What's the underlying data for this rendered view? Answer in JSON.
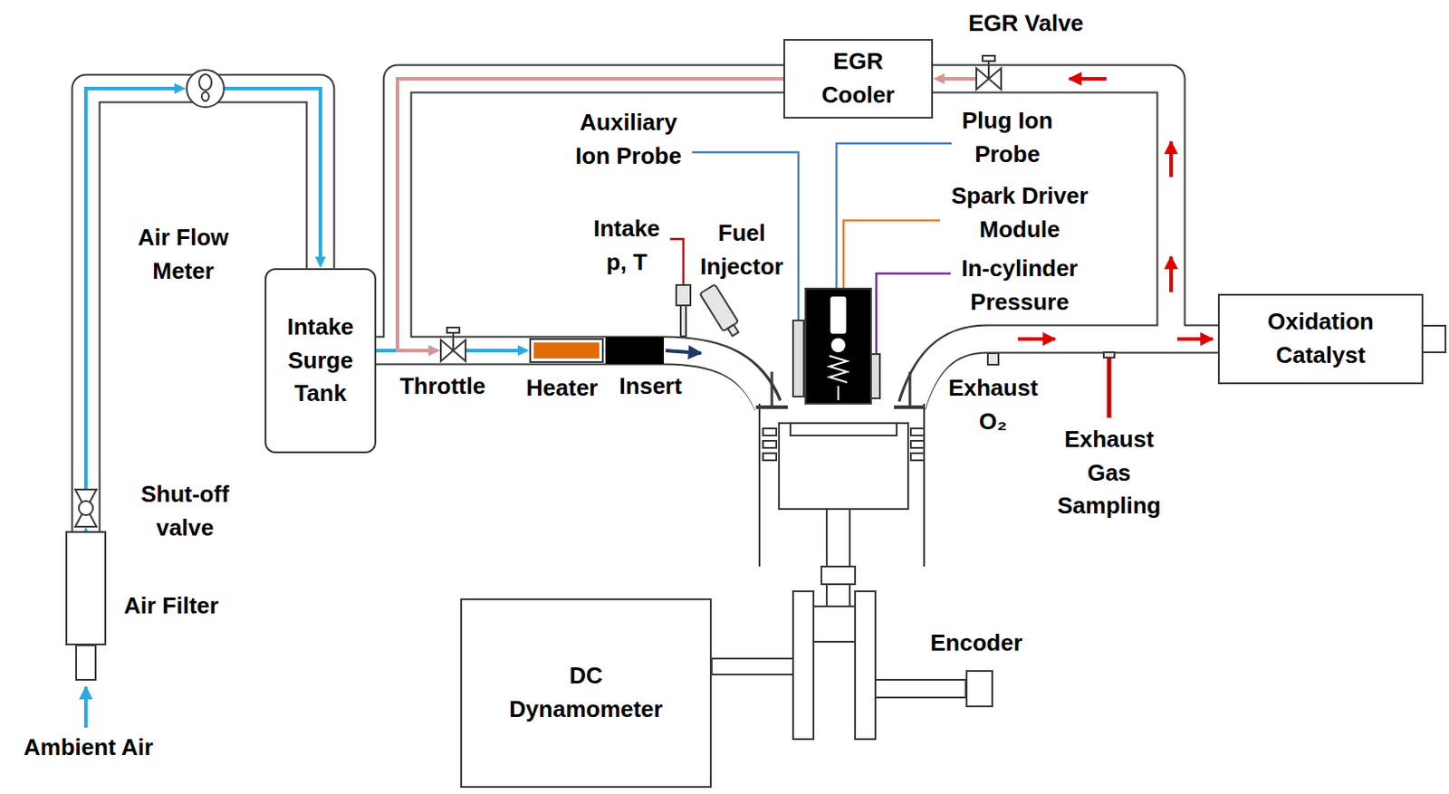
{
  "diagram": {
    "nodes": [
      {
        "text": [
          "Air Filter"
        ]
      },
      {
        "text": [
          "Shut-off valve"
        ]
      },
      {
        "text": [
          "Air Flow Meter"
        ]
      },
      {
        "text": [
          "Intake Surge Tank"
        ]
      },
      {
        "text": [
          "Throttle"
        ]
      },
      {
        "text": [
          "Heater"
        ]
      },
      {
        "text": [
          "Insert"
        ]
      },
      {
        "text": [
          "EGR Cooler"
        ]
      },
      {
        "text": [
          "EGR Valve"
        ]
      },
      {
        "text": [
          "Oxidation Catalyst"
        ]
      },
      {
        "text": [
          "DC Dynamometer"
        ]
      },
      {
        "text": [
          "Encoder"
        ]
      }
    ],
    "edges": [
      {
        "from": 0,
        "to": 1,
        "arrow": "to"
      },
      {
        "from": 1,
        "to": 2,
        "arrow": "to"
      },
      {
        "from": 2,
        "to": 3,
        "arrow": "to"
      },
      {
        "from": 3,
        "to": 4,
        "arrow": "to"
      },
      {
        "from": 4,
        "to": 5,
        "arrow": "to"
      },
      {
        "from": 5,
        "to": 6,
        "arrow": "to"
      },
      {
        "from": 8,
        "to": 7,
        "arrow": "to"
      },
      {
        "from": 7,
        "to": 4,
        "arrow": "to"
      }
    ],
    "labels": [
      "Ambient Air",
      "Auxiliary Ion Probe",
      "Plug Ion Probe",
      "Spark Driver Module",
      "Intake p, T",
      "Fuel Injector",
      "In-cylinder Pressure",
      "Exhaust O₂",
      "Exhaust Gas Sampling"
    ]
  }
}
